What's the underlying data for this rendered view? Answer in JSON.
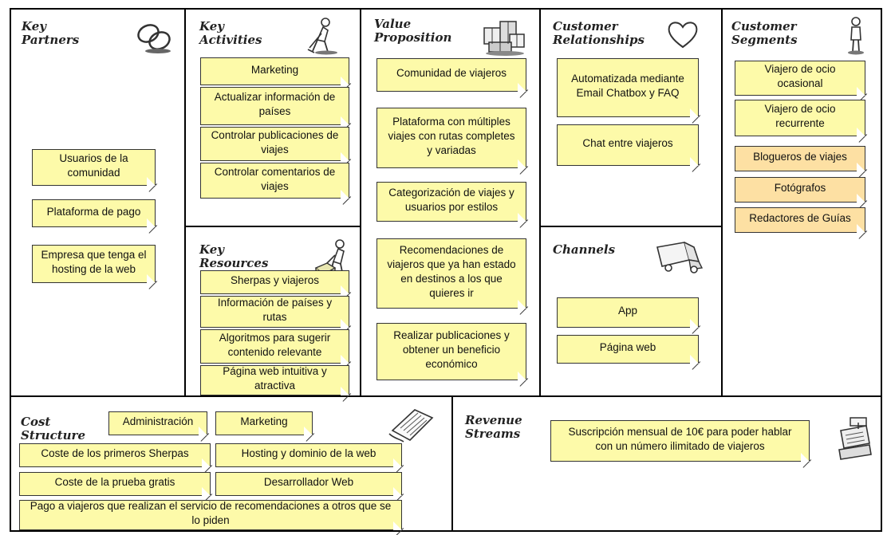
{
  "sections": {
    "key_partners": {
      "title": "Key\nPartners"
    },
    "key_activities": {
      "title": "Key\nActivities"
    },
    "key_resources": {
      "title": "Key\nResources"
    },
    "value_proposition": {
      "title": "Value\nProposition"
    },
    "customer_relationships": {
      "title": "Customer\nRelationships"
    },
    "channels": {
      "title": "Channels"
    },
    "customer_segments": {
      "title": "Customer\nSegments"
    },
    "cost_structure": {
      "title": "Cost\nStructure"
    },
    "revenue_streams": {
      "title": "Revenue\nStreams"
    }
  },
  "notes": {
    "kp1": "Usuarios de la comunidad",
    "kp2": "Plataforma de pago",
    "kp3": "Empresa que tenga el hosting de la web",
    "ka1": "Marketing",
    "ka2": "Actualizar información de países",
    "ka3": "Controlar publicaciones de viajes",
    "ka4": "Controlar comentarios de viajes",
    "kr1": "Sherpas y viajeros",
    "kr2": "Información de países y rutas",
    "kr3": "Algoritmos para sugerir contenido relevante",
    "kr4": "Página web intuitiva y atractiva",
    "vp1": "Comunidad de viajeros",
    "vp2": "Plataforma con múltiples viajes con rutas completes y variadas",
    "vp3": "Categorización de viajes y usuarios por estilos",
    "vp4": "Recomendaciones de viajeros que ya han estado en destinos a los que quieres ir",
    "vp5": "Realizar publicaciones y obtener un beneficio económico",
    "cr1": "Automatizada mediante Email Chatbox y FAQ",
    "cr2": "Chat entre viajeros",
    "ch1": "App",
    "ch2": "Página web",
    "cs1": "Viajero de ocio ocasional",
    "cs2": "Viajero de ocio recurrente",
    "cs3": "Blogueros de viajes",
    "cs4": "Fotógrafos",
    "cs5": "Redactores de Guías",
    "co1": "Administración",
    "co2": "Marketing",
    "co3": "Coste de los primeros Sherpas",
    "co4": "Hosting y dominio de la web",
    "co5": "Coste de la prueba gratis",
    "co6": "Desarrollador Web",
    "co7": "Pago a viajeros que realizan el servicio de recomendaciones a otros que se lo piden",
    "rs1": "Suscripción mensual de 10€ para poder hablar con un número ilimitado de viajeros"
  },
  "colors": {
    "note_yellow": "#fdfaa9",
    "note_orange": "#fde0a3",
    "border": "#000000"
  },
  "icons": {
    "key_partners": "chain-links-icon",
    "key_activities": "worker-icon",
    "key_resources": "worker-with-box-icon",
    "value_proposition": "gift-packages-icon",
    "customer_relationships": "heart-icon",
    "channels": "delivery-truck-icon",
    "customer_segments": "person-icon",
    "cost_structure": "receipt-icon",
    "revenue_streams": "cash-register-icon"
  }
}
